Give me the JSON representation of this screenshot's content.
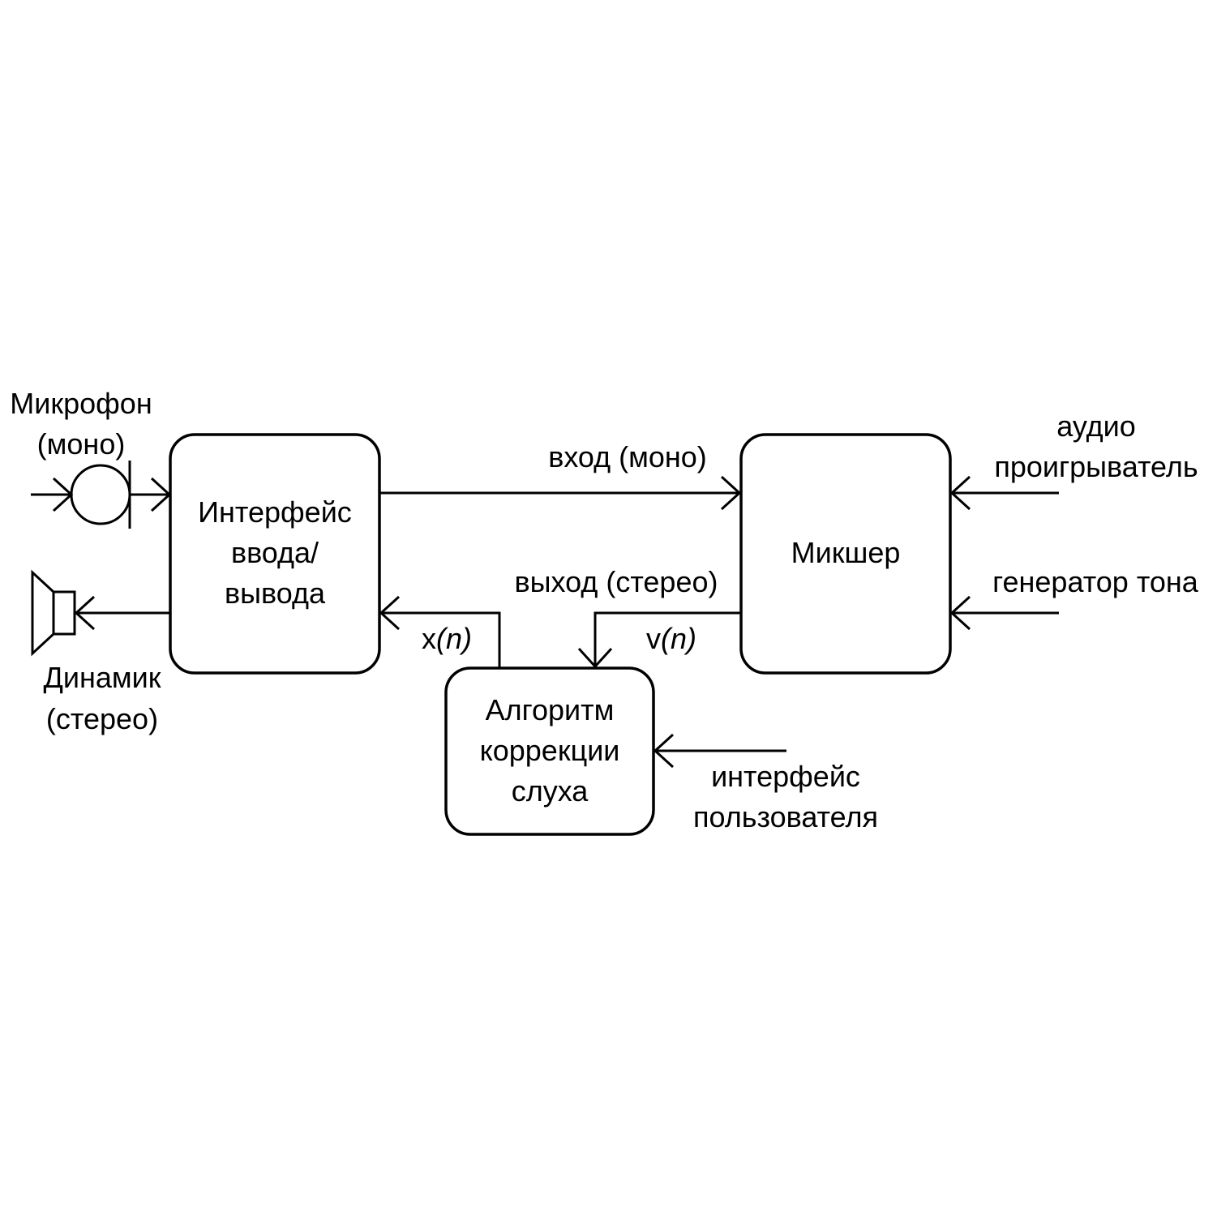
{
  "diagram": {
    "microphone": {
      "name": "Микрофон",
      "mode": "(моно)"
    },
    "speaker": {
      "name": "Динамик",
      "mode": "(стерео)"
    },
    "io_block": {
      "line1": "Интерфейс",
      "line2": "ввода/",
      "line3": "вывода"
    },
    "mixer_block": {
      "label": "Микшер"
    },
    "algo_block": {
      "line1": "Алгоритм",
      "line2": "коррекции",
      "line3": "слуха"
    },
    "signals": {
      "input": "вход (моно)",
      "output": "выход (стерео)",
      "x_prefix": "x",
      "x_arg": "(n)",
      "v_prefix": "v",
      "v_arg": "(n)"
    },
    "sources": {
      "audio_line1": "аудио",
      "audio_line2": "проигрыватель",
      "tone": "генератор тона"
    },
    "ui": {
      "line1": "интерфейс",
      "line2": "пользователя"
    }
  },
  "colors": {
    "stroke": "#000000",
    "background": "#ffffff"
  }
}
